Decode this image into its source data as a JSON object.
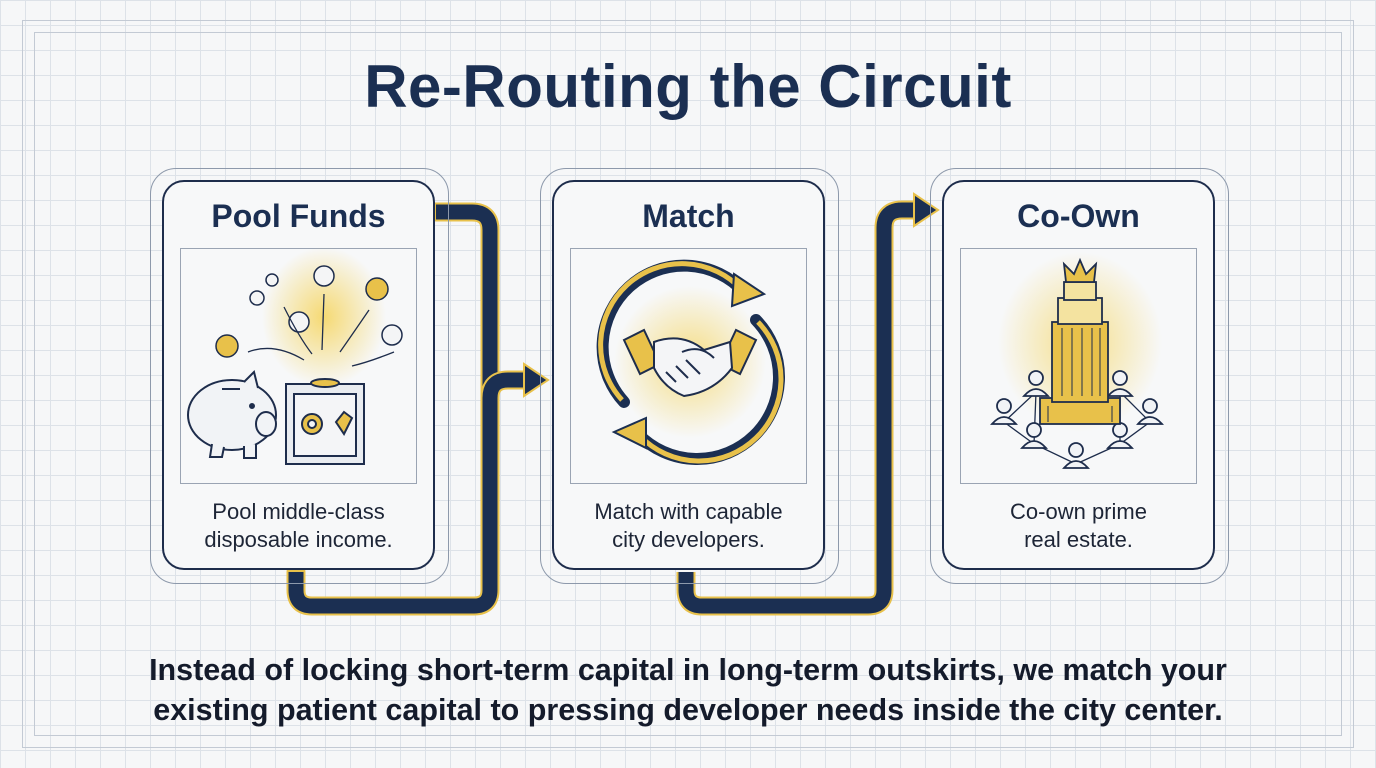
{
  "title": "Re-Routing the Circuit",
  "steps": [
    {
      "title": "Pool Funds",
      "description_lines": [
        "Pool middle-class",
        "disposable income."
      ],
      "icons": [
        "piggy-bank-icon",
        "safe-icon",
        "coin-icon"
      ]
    },
    {
      "title": "Match",
      "description_lines": [
        "Match with capable",
        "city developers."
      ],
      "icons": [
        "handshake-icon",
        "cycle-arrows-icon"
      ]
    },
    {
      "title": "Co-Own",
      "description_lines": [
        "Co-own prime",
        "real estate."
      ],
      "icons": [
        "skyscraper-icon",
        "crown-icon",
        "people-network-icon"
      ]
    }
  ],
  "footer_lines": [
    "Instead of locking short-term capital in long-term outskirts, we match your",
    "existing patient capital to pressing developer needs inside the city center."
  ],
  "colors": {
    "navy": "#1b2f52",
    "gold": "#e8c14a",
    "background": "#f6f7f8"
  }
}
